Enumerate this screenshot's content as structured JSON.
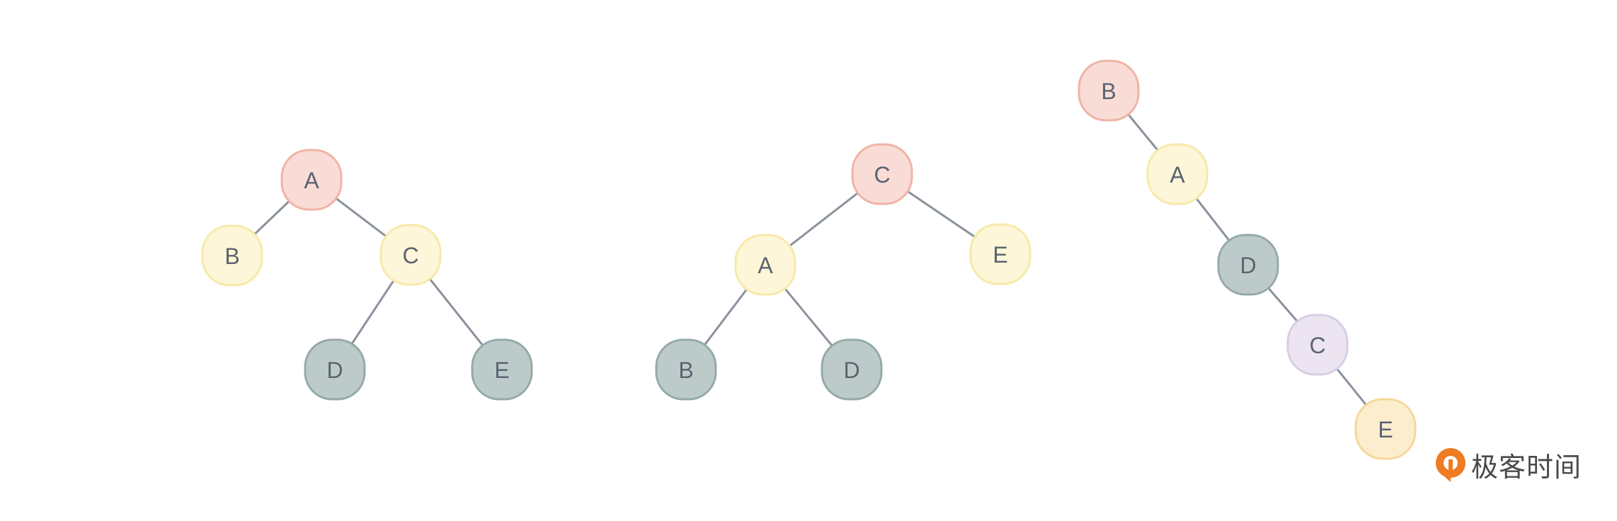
{
  "colors": {
    "pink": {
      "fill": "#f9dcd6",
      "stroke": "#f0b3a6"
    },
    "yellow": {
      "fill": "#fdf6d8",
      "stroke": "#f7e9a8"
    },
    "gray": {
      "fill": "#bccbca",
      "stroke": "#95aaa8"
    },
    "lavender": {
      "fill": "#ece5f1",
      "stroke": "#d8cde3"
    },
    "orange": {
      "fill": "#fdedcf",
      "stroke": "#f6d79a"
    },
    "edge": "#8a929c",
    "logo_orange": "#ef7b22"
  },
  "trees": [
    {
      "nodes": [
        {
          "id": "A",
          "label": "A",
          "color": "pink"
        },
        {
          "id": "B",
          "label": "B",
          "color": "yellow"
        },
        {
          "id": "C",
          "label": "C",
          "color": "yellow"
        },
        {
          "id": "D",
          "label": "D",
          "color": "gray"
        },
        {
          "id": "E",
          "label": "E",
          "color": "gray"
        }
      ],
      "edges": [
        [
          "A",
          "B"
        ],
        [
          "A",
          "C"
        ],
        [
          "C",
          "D"
        ],
        [
          "C",
          "E"
        ]
      ]
    },
    {
      "nodes": [
        {
          "id": "C",
          "label": "C",
          "color": "pink"
        },
        {
          "id": "A",
          "label": "A",
          "color": "yellow"
        },
        {
          "id": "E",
          "label": "E",
          "color": "yellow"
        },
        {
          "id": "B",
          "label": "B",
          "color": "gray"
        },
        {
          "id": "D",
          "label": "D",
          "color": "gray"
        }
      ],
      "edges": [
        [
          "C",
          "A"
        ],
        [
          "C",
          "E"
        ],
        [
          "A",
          "B"
        ],
        [
          "A",
          "D"
        ]
      ]
    },
    {
      "nodes": [
        {
          "id": "B",
          "label": "B",
          "color": "pink"
        },
        {
          "id": "A",
          "label": "A",
          "color": "yellow"
        },
        {
          "id": "D",
          "label": "D",
          "color": "gray"
        },
        {
          "id": "C",
          "label": "C",
          "color": "lavender"
        },
        {
          "id": "E",
          "label": "E",
          "color": "orange"
        }
      ],
      "edges": [
        [
          "B",
          "A"
        ],
        [
          "A",
          "D"
        ],
        [
          "D",
          "C"
        ],
        [
          "C",
          "E"
        ]
      ]
    }
  ],
  "logo": {
    "text": "极客时间",
    "icon": "geektime-logo-icon"
  }
}
